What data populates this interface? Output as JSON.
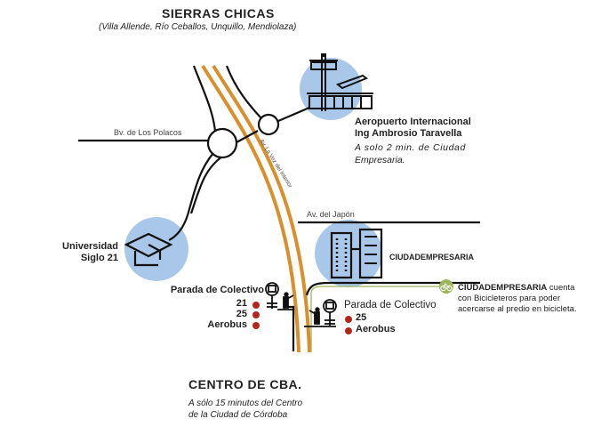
{
  "header": {
    "title": "SIERRAS CHICAS",
    "subtitle": "(Villa Allende, Río Ceballos, Unquillo, Mendiolaza)"
  },
  "roads": {
    "polacos": "Bv. de Los Polacos",
    "voz": "Av. La Voz del Interior",
    "japon": "Av. del Japón"
  },
  "airport": {
    "name_line1": "Aeropuerto Internacional",
    "name_line2": "Ing Ambrosio Taravella",
    "note_line1": "A solo 2 min. de Ciudad",
    "note_line2": "Empresaria."
  },
  "university": {
    "line1": "Universidad",
    "line2": "Siglo 21"
  },
  "ciudad": {
    "name": "CIUDADEMPRESARIA"
  },
  "bike": {
    "brand": "CIUDADEMPRESARIA",
    "line1_rest": " cuenta",
    "line2": "con Bicicleteros para poder",
    "line3": "acercarse al predio en bicicleta."
  },
  "stop_left": {
    "title": "Parada de Colectivo",
    "lines": [
      "21",
      "25",
      "Aerobus"
    ]
  },
  "stop_right": {
    "title": "Parada de Colectivo",
    "lines": [
      "25",
      "Aerobus"
    ]
  },
  "footer": {
    "title": "CENTRO DE CBA.",
    "line1": "A sólo 15 minutos del Centro",
    "line2": "de la Ciudad de Córdoba"
  },
  "colors": {
    "highway": "#d98f2b",
    "circle": "#a9c7e8",
    "bike": "#9bb55a",
    "dot": "#b3261e"
  }
}
